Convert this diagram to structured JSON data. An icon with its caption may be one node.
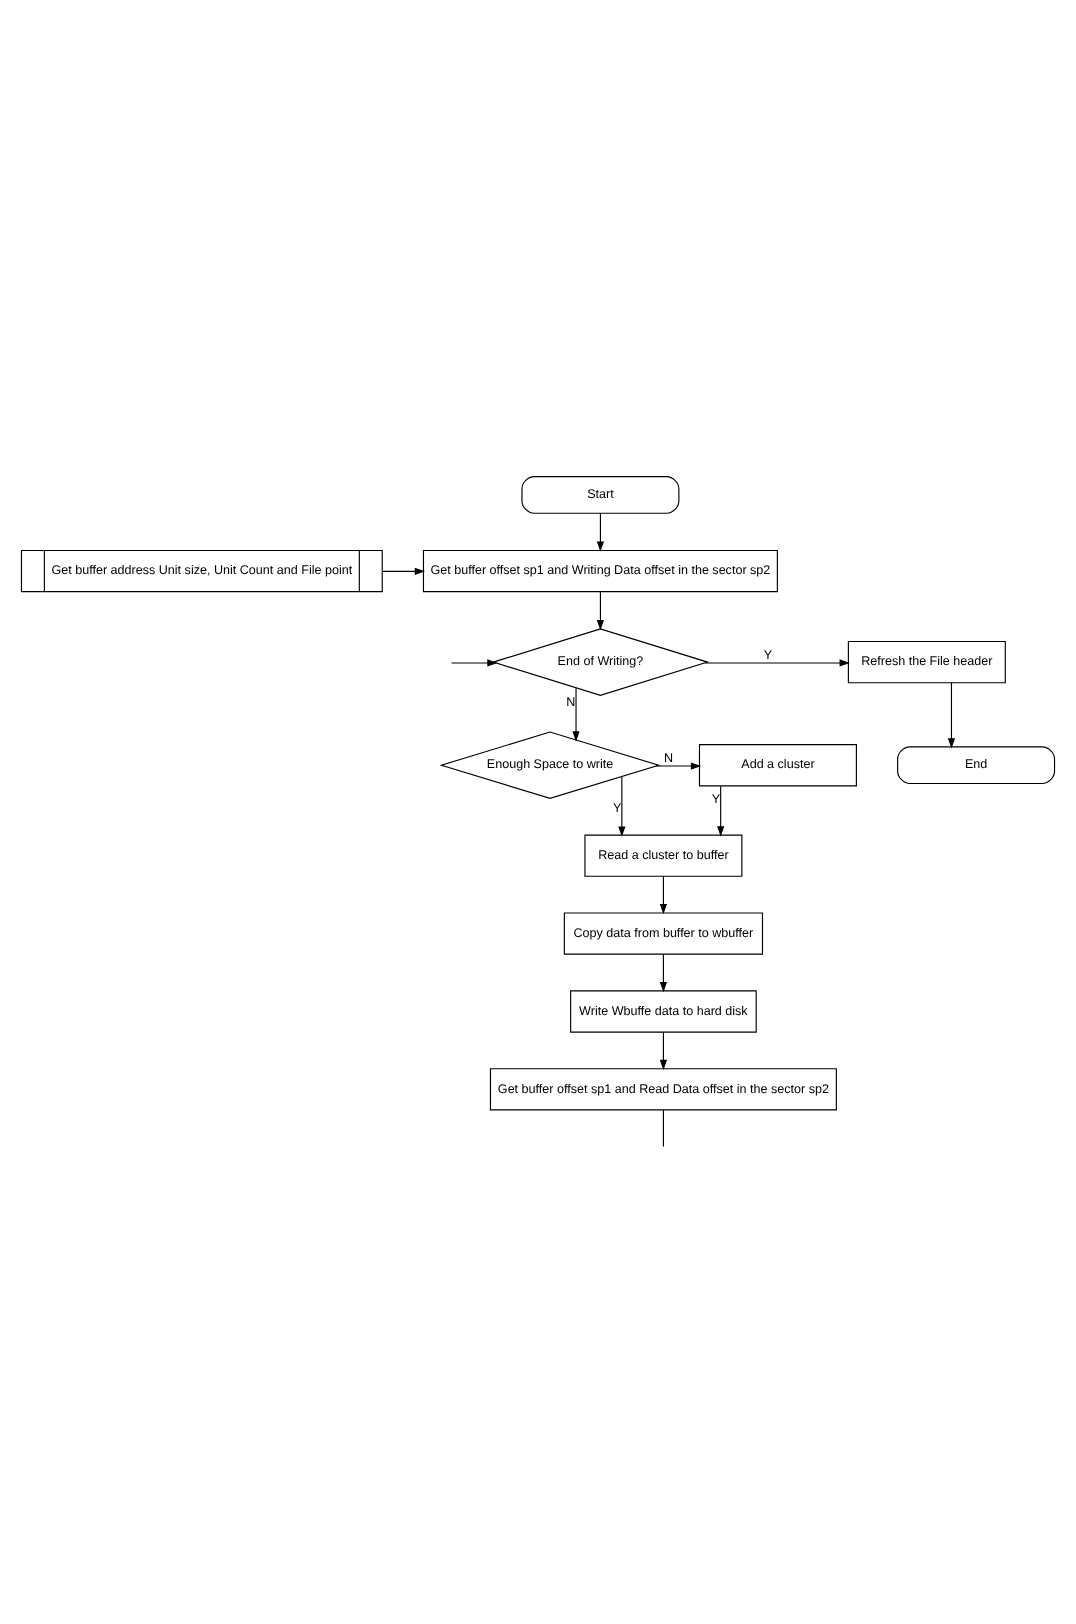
{
  "diagram": {
    "nodes": [
      {
        "text": [
          "Start"
        ]
      },
      {
        "text": [
          "Get buffer address Unit size, Unit Count and File point"
        ]
      },
      {
        "text": [
          "Get buffer offset sp1 and Writing Data offset in the sector sp2"
        ]
      },
      {
        "text": [
          "End of Writing?"
        ]
      },
      {
        "text": [
          "Refresh the File header"
        ]
      },
      {
        "text": [
          "End"
        ]
      },
      {
        "text": [
          "Enough Space to write"
        ]
      },
      {
        "text": [
          "Add a cluster"
        ]
      },
      {
        "text": [
          "Read a cluster to buffer"
        ]
      },
      {
        "text": [
          "Copy data from buffer to wbuffer"
        ]
      },
      {
        "text": [
          "Write Wbuffe data to hard disk"
        ]
      },
      {
        "text": [
          "Get buffer offset sp1 and Read Data offset in the sector sp2"
        ]
      }
    ],
    "edges": [
      {
        "from": 0,
        "to": 2,
        "arrow": "to"
      },
      {
        "from": 1,
        "to": 2,
        "arrow": "to"
      },
      {
        "from": 2,
        "to": 3,
        "arrow": "to"
      },
      {
        "from": 3,
        "to": 4,
        "arrow": "to",
        "label": "Y"
      },
      {
        "from": 4,
        "to": 5,
        "arrow": "to"
      },
      {
        "from": 3,
        "to": 6,
        "arrow": "to",
        "label": "N"
      },
      {
        "from": 6,
        "to": 7,
        "arrow": "to",
        "label": "N"
      },
      {
        "from": 6,
        "to": 8,
        "arrow": "to",
        "label": "Y"
      },
      {
        "from": 7,
        "to": 8,
        "arrow": "to",
        "label": "Y"
      },
      {
        "from": 8,
        "to": 9,
        "arrow": "to"
      },
      {
        "from": 9,
        "to": 10,
        "arrow": "to"
      },
      {
        "from": 10,
        "to": 11,
        "arrow": "to"
      },
      {
        "from": 11,
        "to": null,
        "arrow": "none"
      },
      {
        "from": null,
        "to": 3,
        "arrow": "to"
      }
    ]
  }
}
